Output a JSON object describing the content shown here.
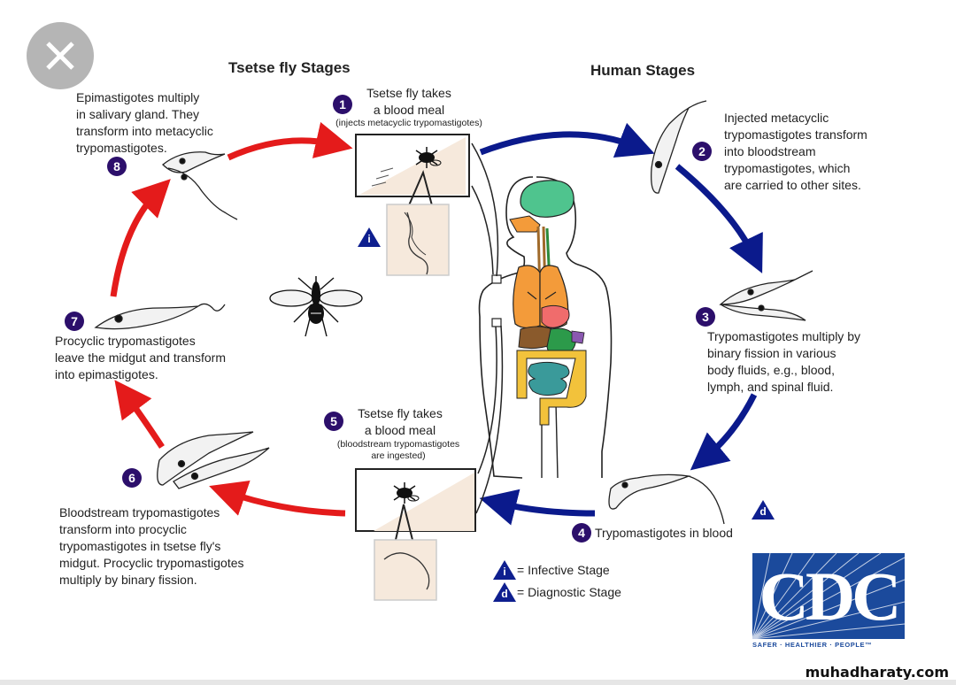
{
  "headings": {
    "tsetse": "Tsetse fly Stages",
    "human": "Human Stages"
  },
  "stages": [
    {
      "number": "1",
      "title_lines": [
        "Tsetse fly takes",
        "a blood meal"
      ],
      "note": "(injects metacyclic trypomastigotes)"
    },
    {
      "number": "2",
      "lines": [
        "Injected metacyclic",
        "trypomastigotes transform",
        "into bloodstream",
        "trypomastigotes, which",
        "are carried to other sites."
      ]
    },
    {
      "number": "3",
      "lines": [
        "Trypomastigotes multiply by",
        "binary fission in various",
        "body fluids, e.g., blood,",
        "lymph, and spinal fluid."
      ]
    },
    {
      "number": "4",
      "lines": [
        "Trypomastigotes in blood"
      ]
    },
    {
      "number": "5",
      "title_lines": [
        "Tsetse fly takes",
        "a blood meal"
      ],
      "note_lines": [
        "(bloodstream trypomastigotes",
        "are ingested)"
      ]
    },
    {
      "number": "6",
      "lines": [
        "Bloodstream trypomastigotes",
        "transform into procyclic",
        "trypomastigotes in tsetse fly's",
        "midgut. Procyclic trypomastigotes",
        "multiply by binary fission."
      ]
    },
    {
      "number": "7",
      "lines": [
        "Procyclic trypomastigotes",
        "leave the midgut and transform",
        "into epimastigotes."
      ]
    },
    {
      "number": "8",
      "lines": [
        "Epimastigotes multiply",
        "in salivary gland. They",
        "transform into metacyclic",
        "trypomastigotes."
      ]
    }
  ],
  "legend": {
    "infective": {
      "glyph": "i",
      "label": "= Infective Stage"
    },
    "diagnostic": {
      "glyph": "d",
      "label": "= Diagnostic Stage"
    }
  },
  "markers": {
    "infective_glyph": "i",
    "diagnostic_glyph": "d"
  },
  "logo": {
    "text": "CDC",
    "tagline": "SAFER · HEALTHIER · PEOPLE™"
  },
  "watermark": "muhadharaty.com",
  "colors": {
    "tsetse_arrow": "#e41b1b",
    "human_arrow": "#0b1a8c",
    "stage_badge": "#2c0f6b",
    "marker": "#0e1f8f",
    "cdc_blue": "#1b4a9c"
  }
}
